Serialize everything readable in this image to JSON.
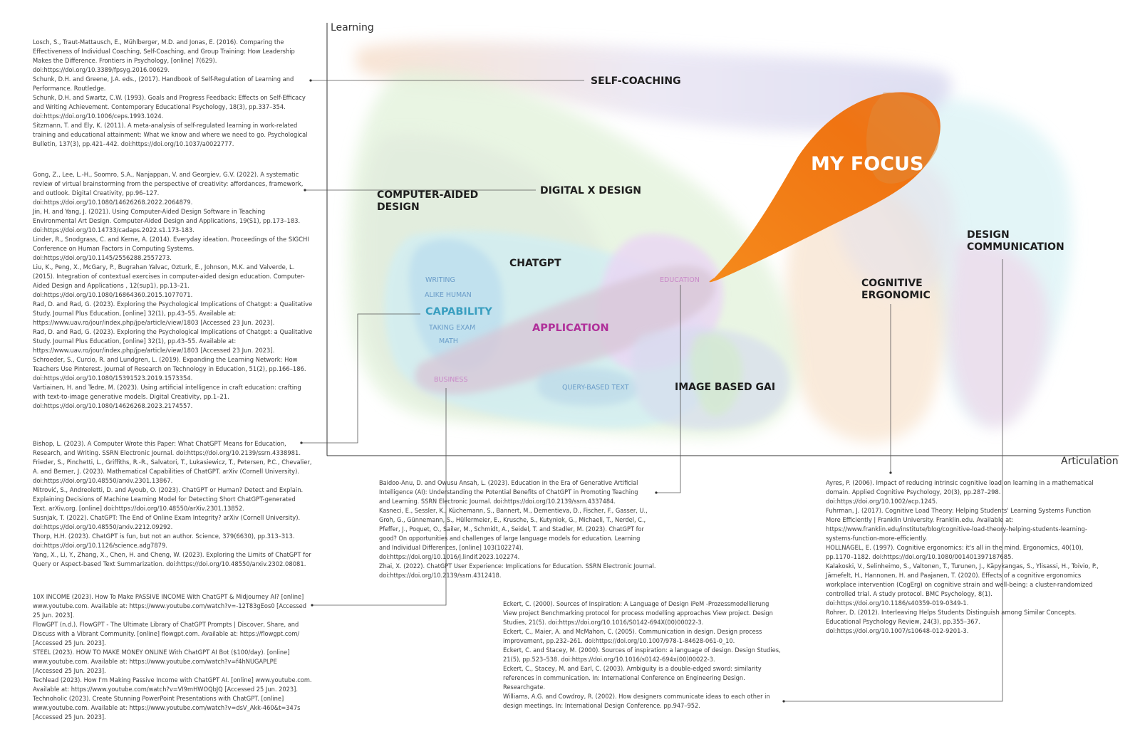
{
  "axes": {
    "y_label": "Learning",
    "x_label": "Articulation"
  },
  "labels": {
    "self_coaching": "SELF-COACHING",
    "computer_aided_1": "COMPUTER-AIDED",
    "computer_aided_2": "DESIGN",
    "digital_x_design": "DIGITAL X DESIGN",
    "chatgpt": "CHATGPT",
    "capability": "CAPABILITY",
    "application": "APPLICATION",
    "image_based_gai": "IMAGE BASED GAI",
    "my_focus": "MY FOCUS",
    "design_comm_1": "DESIGN",
    "design_comm_2": "COMMUNICATION",
    "cognitive_1": "COGNITIVE",
    "cognitive_2": "ERGONOMIC",
    "writing": "WRITING",
    "alike_human": "ALIKE HUMAN",
    "taking_exam": "TAKING EXAM",
    "math": "MATH",
    "education": "EDUCATION",
    "business": "BUSINESS",
    "query_text": "QUERY-BASED TEXT"
  },
  "colors": {
    "capability": "#3a9fc0",
    "application": "#b0309a",
    "my_focus": "#f07a14",
    "small_blue": "#6a9cc8",
    "small_pink": "#c98ac8"
  },
  "references": {
    "self_coaching": [
      "Losch, S., Traut-Mattausch, E., Mühlberger, M.D. and Jonas, E. (2016). Comparing the",
      "Effectiveness of Individual Coaching, Self-Coaching, and Group Training: How Leadership",
      "Makes the Difference. Frontiers in Psychology, [online] 7(629).",
      "doi:https://doi.org/10.3389/fpsyg.2016.00629.",
      "Schunk, D.H. and Greene, J.A. eds., (2017). Handbook of Self-Regulation of Learning and",
      "Performance. Routledge.",
      "Schunk, D.H. and Swartz, C.W. (1993). Goals and Progress Feedback: Effects on Self-Efficacy",
      "and Writing Achievement. Contemporary Educational Psychology, 18(3), pp.337–354.",
      "doi:https://doi.org/10.1006/ceps.1993.1024.",
      "Sitzmann, T. and Ely, K. (2011). A meta-analysis of self-regulated learning in work-related",
      "training and educational attainment: What we know and where we need to go. Psychological",
      "Bulletin, 137(3), pp.421–442. doi:https://doi.org/10.1037/a0022777."
    ],
    "digital_design": [
      "Gong, Z., Lee, L.-H., Soomro, S.A., Nanjappan, V. and Georgiev, G.V. (2022). A systematic",
      "review of virtual brainstorming from the perspective of creativity: affordances, framework,",
      "and outlook. Digital Creativity, pp.96–127.",
      "doi:https://doi.org/10.1080/14626268.2022.2064879.",
      "Jin, H. and Yang, J. (2021). Using Computer-Aided Design Software in Teaching",
      "Environmental Art Design. Computer-Aided Design and Applications, 19(S1), pp.173–183.",
      "doi:https://doi.org/10.14733/cadaps.2022.s1.173-183.",
      "Linder, R., Snodgrass, C. and Kerne, A. (2014). Everyday ideation. Proceedings of the SIGCHI",
      "Conference on Human Factors in Computing Systems.",
      "doi:https://doi.org/10.1145/2556288.2557273.",
      "Liu, K., Peng, X., McGary, P., Bugrahan Yalvac, Ozturk, E., Johnson, M.K. and Valverde, L.",
      "(2015). Integration of contextual exercises in computer-aided design education. Computer-",
      "Aided Design and Applications , 12(sup1), pp.13–21.",
      "doi:https://doi.org/10.1080/16864360.2015.1077071.",
      "Rad, D. and Rad, G. (2023). Exploring the Psychological Implications of Chatgpt: a Qualitative",
      "Study. Journal Plus Education, [online] 32(1), pp.43–55. Available at:",
      "https://www.uav.ro/jour/index.php/jpe/article/view/1803 [Accessed 23 Jun. 2023].",
      "Rad, D. and Rad, G. (2023). Exploring the Psychological Implications of Chatgpt: a Qualitative",
      "Study. Journal Plus Education, [online] 32(1), pp.43–55. Available at:",
      "https://www.uav.ro/jour/index.php/jpe/article/view/1803 [Accessed 23 Jun. 2023].",
      "Schroeder, S., Curcio, R. and Lundgren, L. (2019). Expanding the Learning Network: How",
      "Teachers Use Pinterest. Journal of Research on Technology in Education, 51(2), pp.166–186.",
      "doi:https://doi.org/10.1080/15391523.2019.1573354.",
      "Vartiainen, H. and Tedre, M. (2023). Using artificial intelligence in craft education: crafting",
      "with text-to-image generative models. Digital Creativity, pp.1–21.",
      "doi:https://doi.org/10.1080/14626268.2023.2174557."
    ],
    "capability": [
      "Bishop, L. (2023). A Computer Wrote this Paper: What ChatGPT Means for Education,",
      "Research, and Writing. SSRN Electronic Journal. doi:https://doi.org/10.2139/ssrn.4338981.",
      "Frieder, S., Pinchetti, L., Griffiths, R.-R., Salvatori, T., Lukasiewicz, T., Petersen, P.C., Chevalier,",
      "A. and Berner, J. (2023). Mathematical Capabilities of ChatGPT. arXiv (Cornell University).",
      "doi:https://doi.org/10.48550/arxiv.2301.13867.",
      "Mitrović, S., Andreoletti, D. and Ayoub, O. (2023). ChatGPT or Human? Detect and Explain.",
      "Explaining Decisions of Machine Learning Model for Detecting Short ChatGPT-generated",
      "Text. arXiv.org. [online] doi:https://doi.org/10.48550/arXiv.2301.13852.",
      "Susnjak, T. (2022). ChatGPT: The End of Online Exam Integrity? arXiv (Cornell University).",
      "doi:https://doi.org/10.48550/arxiv.2212.09292.",
      "Thorp, H.H. (2023). ChatGPT is fun, but not an author. Science, 379(6630), pp.313–313.",
      "doi:https://doi.org/10.1126/science.adg7879.",
      "Yang, X., Li, Y., Zhang, X., Chen, H. and Cheng, W. (2023). Exploring the Limits of ChatGPT for",
      "Query or Aspect-based Text   Summarization. doi:https://doi.org/10.48550/arxiv.2302.08081."
    ],
    "business": [
      "10X INCOME (2023). How To Make PASSIVE INCOME With ChatGPT & Midjourney AI? [online]",
      "www.youtube.com. Available at: https://www.youtube.com/watch?v=-12T83gEos0 [Accessed",
      "25 Jun. 2023].",
      "FlowGPT (n.d.). FlowGPT - The Ultimate Library of ChatGPT Prompts | Discover, Share, and",
      "Discuss with a Vibrant Community. [online] flowgpt.com. Available at: https://flowgpt.com/",
      "[Accessed 25 Jun. 2023].",
      "STEEL (2023). HOW TO MAKE MONEY ONLINE With ChatGPT AI Bot ($100/day). [online]",
      "www.youtube.com. Available at: https://www.youtube.com/watch?v=f4hNUGAPLPE",
      "[Accessed 25 Jun. 2023].",
      "Techlead (2023). How I'm Making Passive Income with ChatGPT AI. [online] www.youtube.com.",
      "Available at: https://www.youtube.com/watch?v=VI9mHWOQbJQ [Accessed 25 Jun. 2023].",
      "Technoholic (2023). Create Stunning PowerPoint Presentations with ChatGPT. [online]",
      "www.youtube.com. Available at: https://www.youtube.com/watch?v=dsV_Akk-460&t=347s",
      "[Accessed 25 Jun. 2023]."
    ],
    "education": [
      "Baidoo-Anu, D. and Owusu Ansah, L. (2023). Education in the Era of Generative Artificial",
      "Intelligence (AI): Understanding the Potential Benefits of ChatGPT in Promoting Teaching",
      "and Learning. SSRN Electronic Journal. doi:https://doi.org/10.2139/ssrn.4337484.",
      "Kasneci, E., Sessler, K., Küchemann, S., Bannert, M., Dementieva, D., Fischer, F., Gasser, U.,",
      "Groh, G., Günnemann, S., Hüllermeier, E., Krusche, S., Kutyniok, G., Michaeli, T., Nerdel, C.,",
      "Pfeffer, J., Poquet, O., Sailer, M., Schmidt, A., Seidel, T. and Stadler, M. (2023). ChatGPT for",
      "good? On opportunities and challenges of large language models for education. Learning",
      "and Individual Differences, [online] 103(102274).",
      "doi:https://doi.org/10.1016/j.lindif.2023.102274.",
      "Zhai, X. (2022). ChatGPT User Experience: Implications for Education. SSRN Electronic Journal.",
      "doi:https://doi.org/10.2139/ssrn.4312418."
    ],
    "design_communication": [
      "Eckert, C. (2000). Sources of Inspiration: A Language of Design iPeM -Prozessmodellierung",
      "View project Benchmarking protocol for process modelling approaches View project. Design",
      "Studies, 21(5). doi:https://doi.org/10.1016/S0142-694X(00)00022-3.",
      "Eckert, C., Maier, A. and McMahon, C. (2005). Communication in design. Design process",
      "improvement, pp.232–261. doi:https://doi.org/10.1007/978-1-84628-061-0_10.",
      "Eckert, C. and Stacey, M. (2000). Sources of inspiration: a language of design. Design Studies,",
      "21(5), pp.523–538. doi:https://doi.org/10.1016/s0142-694x(00)00022-3.",
      "Eckert, C., Stacey, M. and Earl, C. (2003). Ambiguity is a double-edged sword: similarity",
      "references in communication. In: International Conference on Engineering Design.",
      "Researchgate.",
      "Williams, A.G. and Cowdroy, R. (2002). How designers communicate ideas to each other in",
      "design meetings. In: International Design Conference. pp.947–952."
    ],
    "cognitive": [
      "Ayres, P. (2006). Impact of reducing intrinsic cognitive load on learning in a mathematical",
      "domain. Applied Cognitive Psychology, 20(3), pp.287–298.",
      "doi:https://doi.org/10.1002/acp.1245.",
      "Fuhrman, J. (2017). Cognitive Load Theory: Helping Students' Learning Systems Function",
      "More Efficiently  | Franklin University. Franklin.edu. Available at:",
      "https://www.franklin.edu/institute/blog/cognitive-load-theory-helping-students-learning-",
      "systems-function-more-efficiently.",
      "HOLLNAGEL, E. (1997). Cognitive ergonomics: it's all in the mind. Ergonomics, 40(10),",
      "pp.1170–1182. doi:https://doi.org/10.1080/001401397187685.",
      "Kalakoski, V., Selinheimo, S., Valtonen, T., Turunen, J., Käpykangas, S., Ylisassi, H., Toivio, P.,",
      "Järnefelt, H., Hannonen, H. and Paajanen, T. (2020). Effects of a cognitive ergonomics",
      "workplace intervention (CogErg) on cognitive strain and well-being: a cluster-randomized",
      "controlled trial. A study protocol. BMC Psychology, 8(1).",
      "doi:https://doi.org/10.1186/s40359-019-0349-1.",
      "Rohrer, D. (2012). Interleaving Helps Students Distinguish among Similar Concepts.",
      "Educational Psychology Review, 24(3), pp.355–367.",
      "doi:https://doi.org/10.1007/s10648-012-9201-3."
    ]
  }
}
